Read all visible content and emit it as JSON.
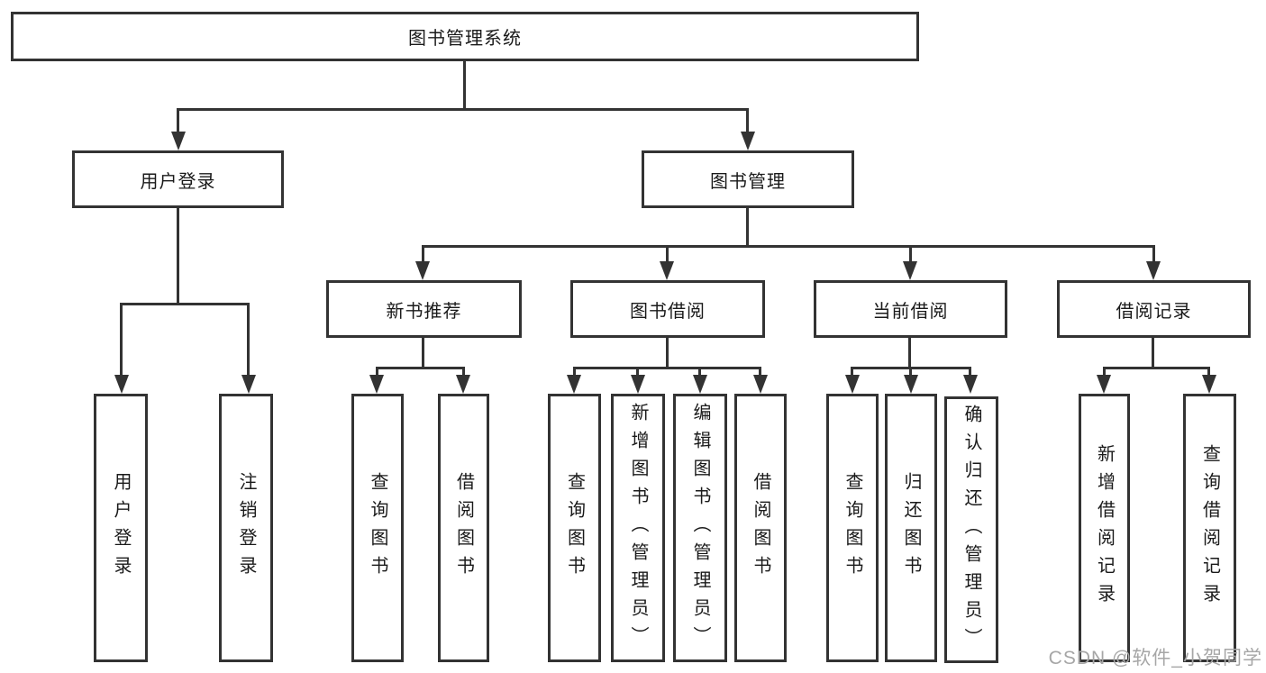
{
  "colors": {
    "line": "#333333",
    "box_border": "#333333",
    "box_fill": "#ffffff",
    "text": "#1a1a1a",
    "watermark": "#a6a6a6",
    "background": "#ffffff"
  },
  "tree": {
    "root": {
      "label": "图书管理系统"
    },
    "level2": [
      {
        "label": "用户登录"
      },
      {
        "label": "图书管理"
      }
    ],
    "level3": [
      {
        "label": "新书推荐"
      },
      {
        "label": "图书借阅"
      },
      {
        "label": "当前借阅"
      },
      {
        "label": "借阅记录"
      }
    ],
    "leaves": {
      "user_login": [
        "用户登录",
        "注销登录"
      ],
      "new_book_recommend": [
        "查询图书",
        "借阅图书"
      ],
      "book_borrowing": [
        "查询图书",
        "新增图书（管理员）",
        "编辑图书（管理员）",
        "借阅图书"
      ],
      "current_borrowing": [
        "查询图书",
        "归还图书",
        "确认归还（管理员）"
      ],
      "borrow_records": [
        "新增借阅记录",
        "查询借阅记录"
      ]
    }
  },
  "watermark": {
    "text": "CSDN @软件_小贺同学"
  }
}
